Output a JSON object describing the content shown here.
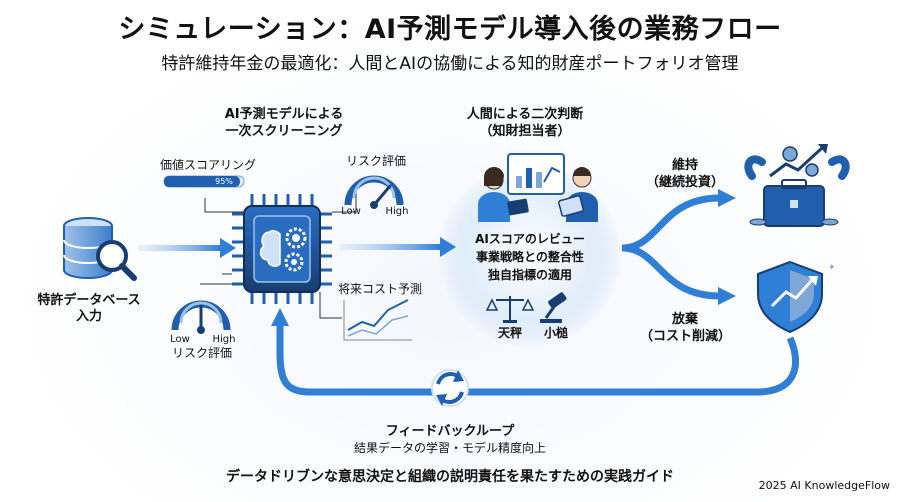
{
  "title": "シミュレーション：AI予測モデル導入後の業務フロー",
  "subtitle": "特許維持年金の最適化：人間とAIの協働による知的財産ポートフォリオ管理",
  "input": {
    "label_line1": "特許データベース",
    "label_line2": "入力"
  },
  "ai_stage": {
    "title_line1": "AI予測モデルによる",
    "title_line2": "一次スクリーニング",
    "value_scoring": "価値スコアリング",
    "progress_text": "95%",
    "progress_value": 95,
    "risk_top": "リスク評価",
    "risk_bottom": "リスク評価",
    "gauge_low": "Low",
    "gauge_high": "High",
    "cost_forecast": "将来コスト予測"
  },
  "human_stage": {
    "title_line1": "人間による二次判断",
    "title_line2": "（知財担当者）",
    "items": [
      "AIスコアのレビュー",
      "事業戦略との整合性",
      "独自指標の適用"
    ],
    "scale_label": "天秤",
    "gavel_label": "小槌"
  },
  "outcomes": {
    "maintain_line1": "維持",
    "maintain_line2": "（継続投資）",
    "abandon_line1": "放棄",
    "abandon_line2": "（コスト削減）"
  },
  "feedback": {
    "title": "フィードバックループ",
    "subtitle": "結果データの学習・モデル精度向上"
  },
  "footer": {
    "tagline": "データドリブンな意思決定と組織の説明責任を果たすための実践ガイド",
    "credit": "2025 AI KnowledgeFlow"
  },
  "colors": {
    "primary": "#1f5fae",
    "dark": "#163e73",
    "light": "#cfe1f7",
    "flow": "#2f7fd6"
  }
}
